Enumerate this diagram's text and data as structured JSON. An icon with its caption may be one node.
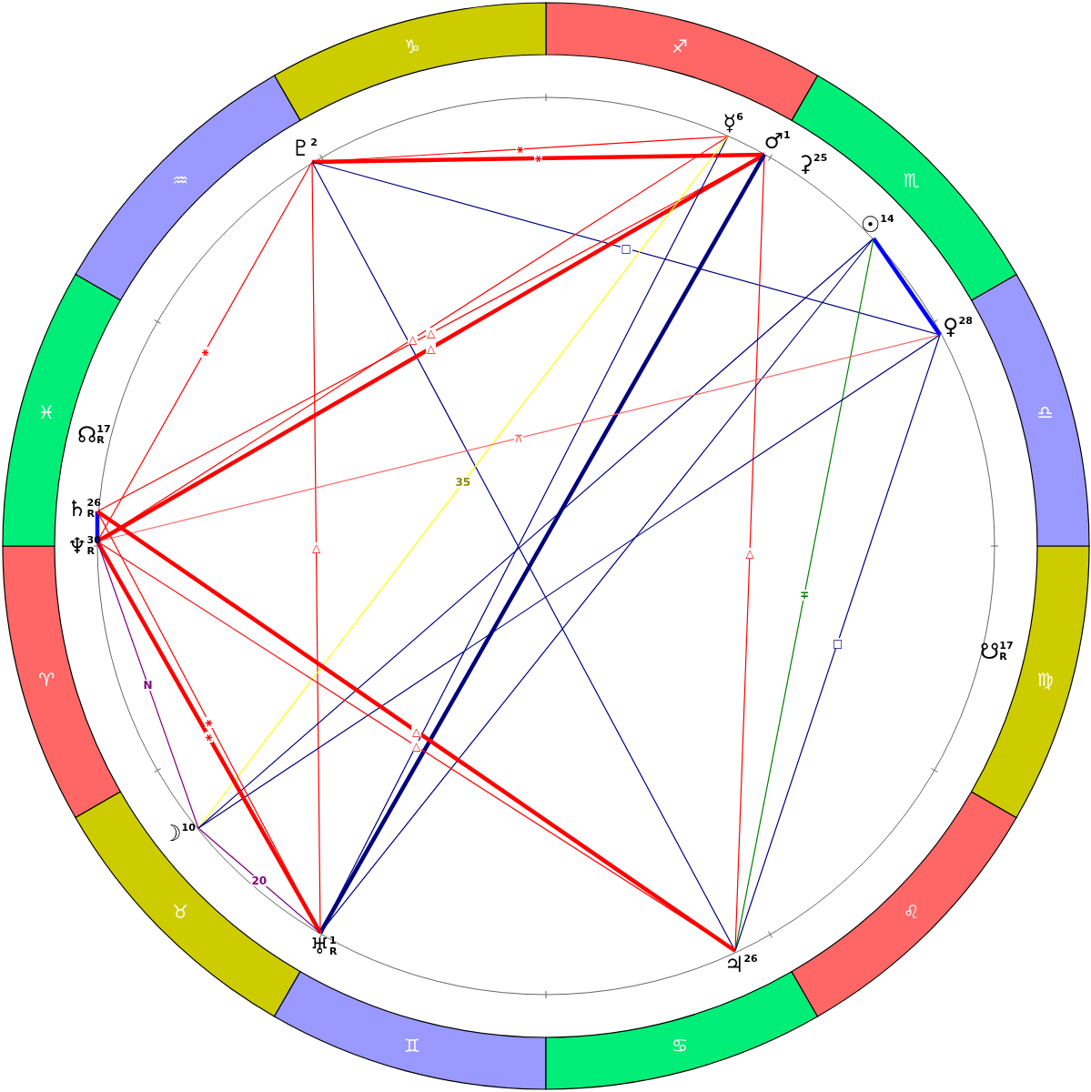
{
  "diagram": {
    "nodes": [
      {
        "text": [
          "♇$^{2}$"
        ]
      },
      {
        "text": [
          "☿$^{6}$"
        ]
      },
      {
        "text": [
          "♂$^{1}$"
        ]
      },
      {
        "text": [
          "☉$^{14}$"
        ]
      },
      {
        "text": [
          "♀$^{28}$"
        ]
      },
      {
        "text": [
          "♄$^{26}$$_{R}$"
        ]
      },
      {
        "text": [
          "♆$^{30}$$_{R}$"
        ]
      },
      {
        "text": [
          "☽$^{10}$"
        ]
      },
      {
        "text": [
          "♅$^{1}$$_{R}$"
        ]
      },
      {
        "text": [
          "♃$^{26}$"
        ]
      }
    ],
    "edges": [
      {
        "from": 0,
        "to": 1,
        "arrow": "none",
        "label": "⚹"
      },
      {
        "from": 0,
        "to": 2,
        "arrow": "none",
        "label": "⚹",
        "style": "thick"
      },
      {
        "from": 0,
        "to": 4,
        "arrow": "none",
        "label": "□",
        "color": "#000080"
      },
      {
        "from": 0,
        "to": 9,
        "arrow": "none",
        "color": "#000080"
      },
      {
        "from": 0,
        "to": 8,
        "arrow": "none",
        "label": "△"
      },
      {
        "from": 0,
        "to": 6,
        "arrow": "none",
        "label": "⚹"
      },
      {
        "from": 1,
        "to": 6,
        "arrow": "none",
        "label": "△"
      },
      {
        "from": 2,
        "to": 5,
        "arrow": "none",
        "label": "△"
      },
      {
        "from": 2,
        "to": 6,
        "arrow": "none",
        "label": "△",
        "style": "thick"
      },
      {
        "from": 2,
        "to": 9,
        "arrow": "none",
        "label": "△"
      },
      {
        "from": 2,
        "to": 8,
        "arrow": "none",
        "style": "thick",
        "color": "#000080"
      },
      {
        "from": 1,
        "to": 8,
        "arrow": "none",
        "color": "#000080"
      },
      {
        "from": 1,
        "to": 7,
        "arrow": "none",
        "label": "35",
        "color": "#ffff00"
      },
      {
        "from": 3,
        "to": 4,
        "arrow": "none",
        "style": "thick",
        "color": "#0000ff"
      },
      {
        "from": 3,
        "to": 7,
        "arrow": "none",
        "color": "#000080"
      },
      {
        "from": 3,
        "to": 8,
        "arrow": "none",
        "color": "#000080"
      },
      {
        "from": 3,
        "to": 9,
        "arrow": "none",
        "label": "∓",
        "color": "#008000"
      },
      {
        "from": 4,
        "to": 6,
        "arrow": "none",
        "label": "⚻",
        "color": "#ff6666"
      },
      {
        "from": 4,
        "to": 7,
        "arrow": "none",
        "color": "#000080"
      },
      {
        "from": 4,
        "to": 9,
        "arrow": "none",
        "label": "□",
        "color": "#000080"
      },
      {
        "from": 5,
        "to": 6,
        "arrow": "none",
        "style": "thick",
        "color": "#0000ff"
      },
      {
        "from": 5,
        "to": 9,
        "arrow": "none",
        "label": "△",
        "style": "thick"
      },
      {
        "from": 6,
        "to": 9,
        "arrow": "none",
        "label": "△"
      },
      {
        "from": 5,
        "to": 8,
        "arrow": "none",
        "label": "⚹"
      },
      {
        "from": 6,
        "to": 8,
        "arrow": "none",
        "label": "⚹",
        "style": "thick"
      },
      {
        "from": 6,
        "to": 7,
        "arrow": "none",
        "label": "N",
        "color": "#800080"
      },
      {
        "from": 7,
        "to": 8,
        "arrow": "none",
        "label": "20",
        "color": "#800080"
      }
    ],
    "labels": [
      "♑",
      "♐",
      "♒",
      "♏",
      "⚳$^{25}$",
      "♓",
      "♎",
      "☊$^{17}$$_{R}$",
      "♈",
      "♍",
      "☋$^{17}$$_{R}$",
      "♉",
      "♌",
      "♊",
      "♋"
    ]
  }
}
